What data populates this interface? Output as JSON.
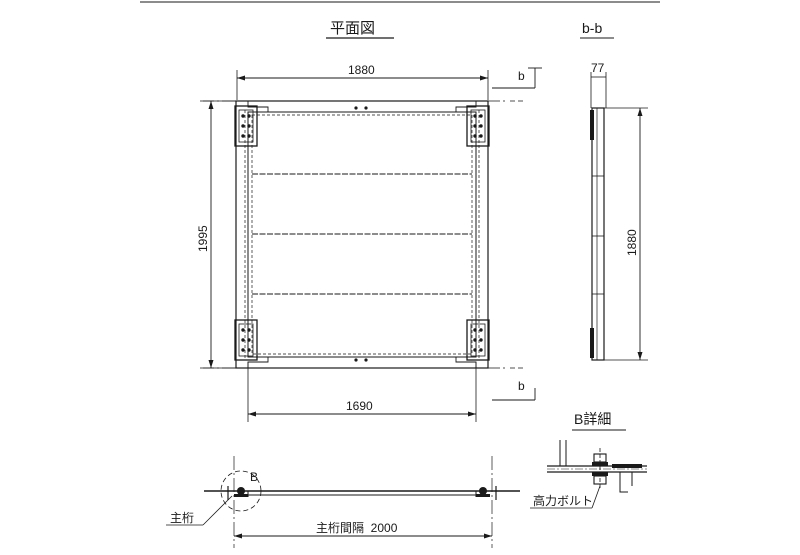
{
  "plan": {
    "title": "平面図",
    "dim_top": "1880",
    "dim_left": "1995",
    "dim_bottom": "1690",
    "section_mark_top": "b",
    "section_mark_bottom": "b"
  },
  "section": {
    "title": "b-b",
    "dim_width": "77",
    "dim_height": "1880"
  },
  "detail": {
    "title": "B詳細",
    "bolt_label": "高力ボルト"
  },
  "elevation": {
    "circle_label": "B",
    "girder_label": "主桁",
    "spacing_label": "主桁間隔  2000"
  }
}
